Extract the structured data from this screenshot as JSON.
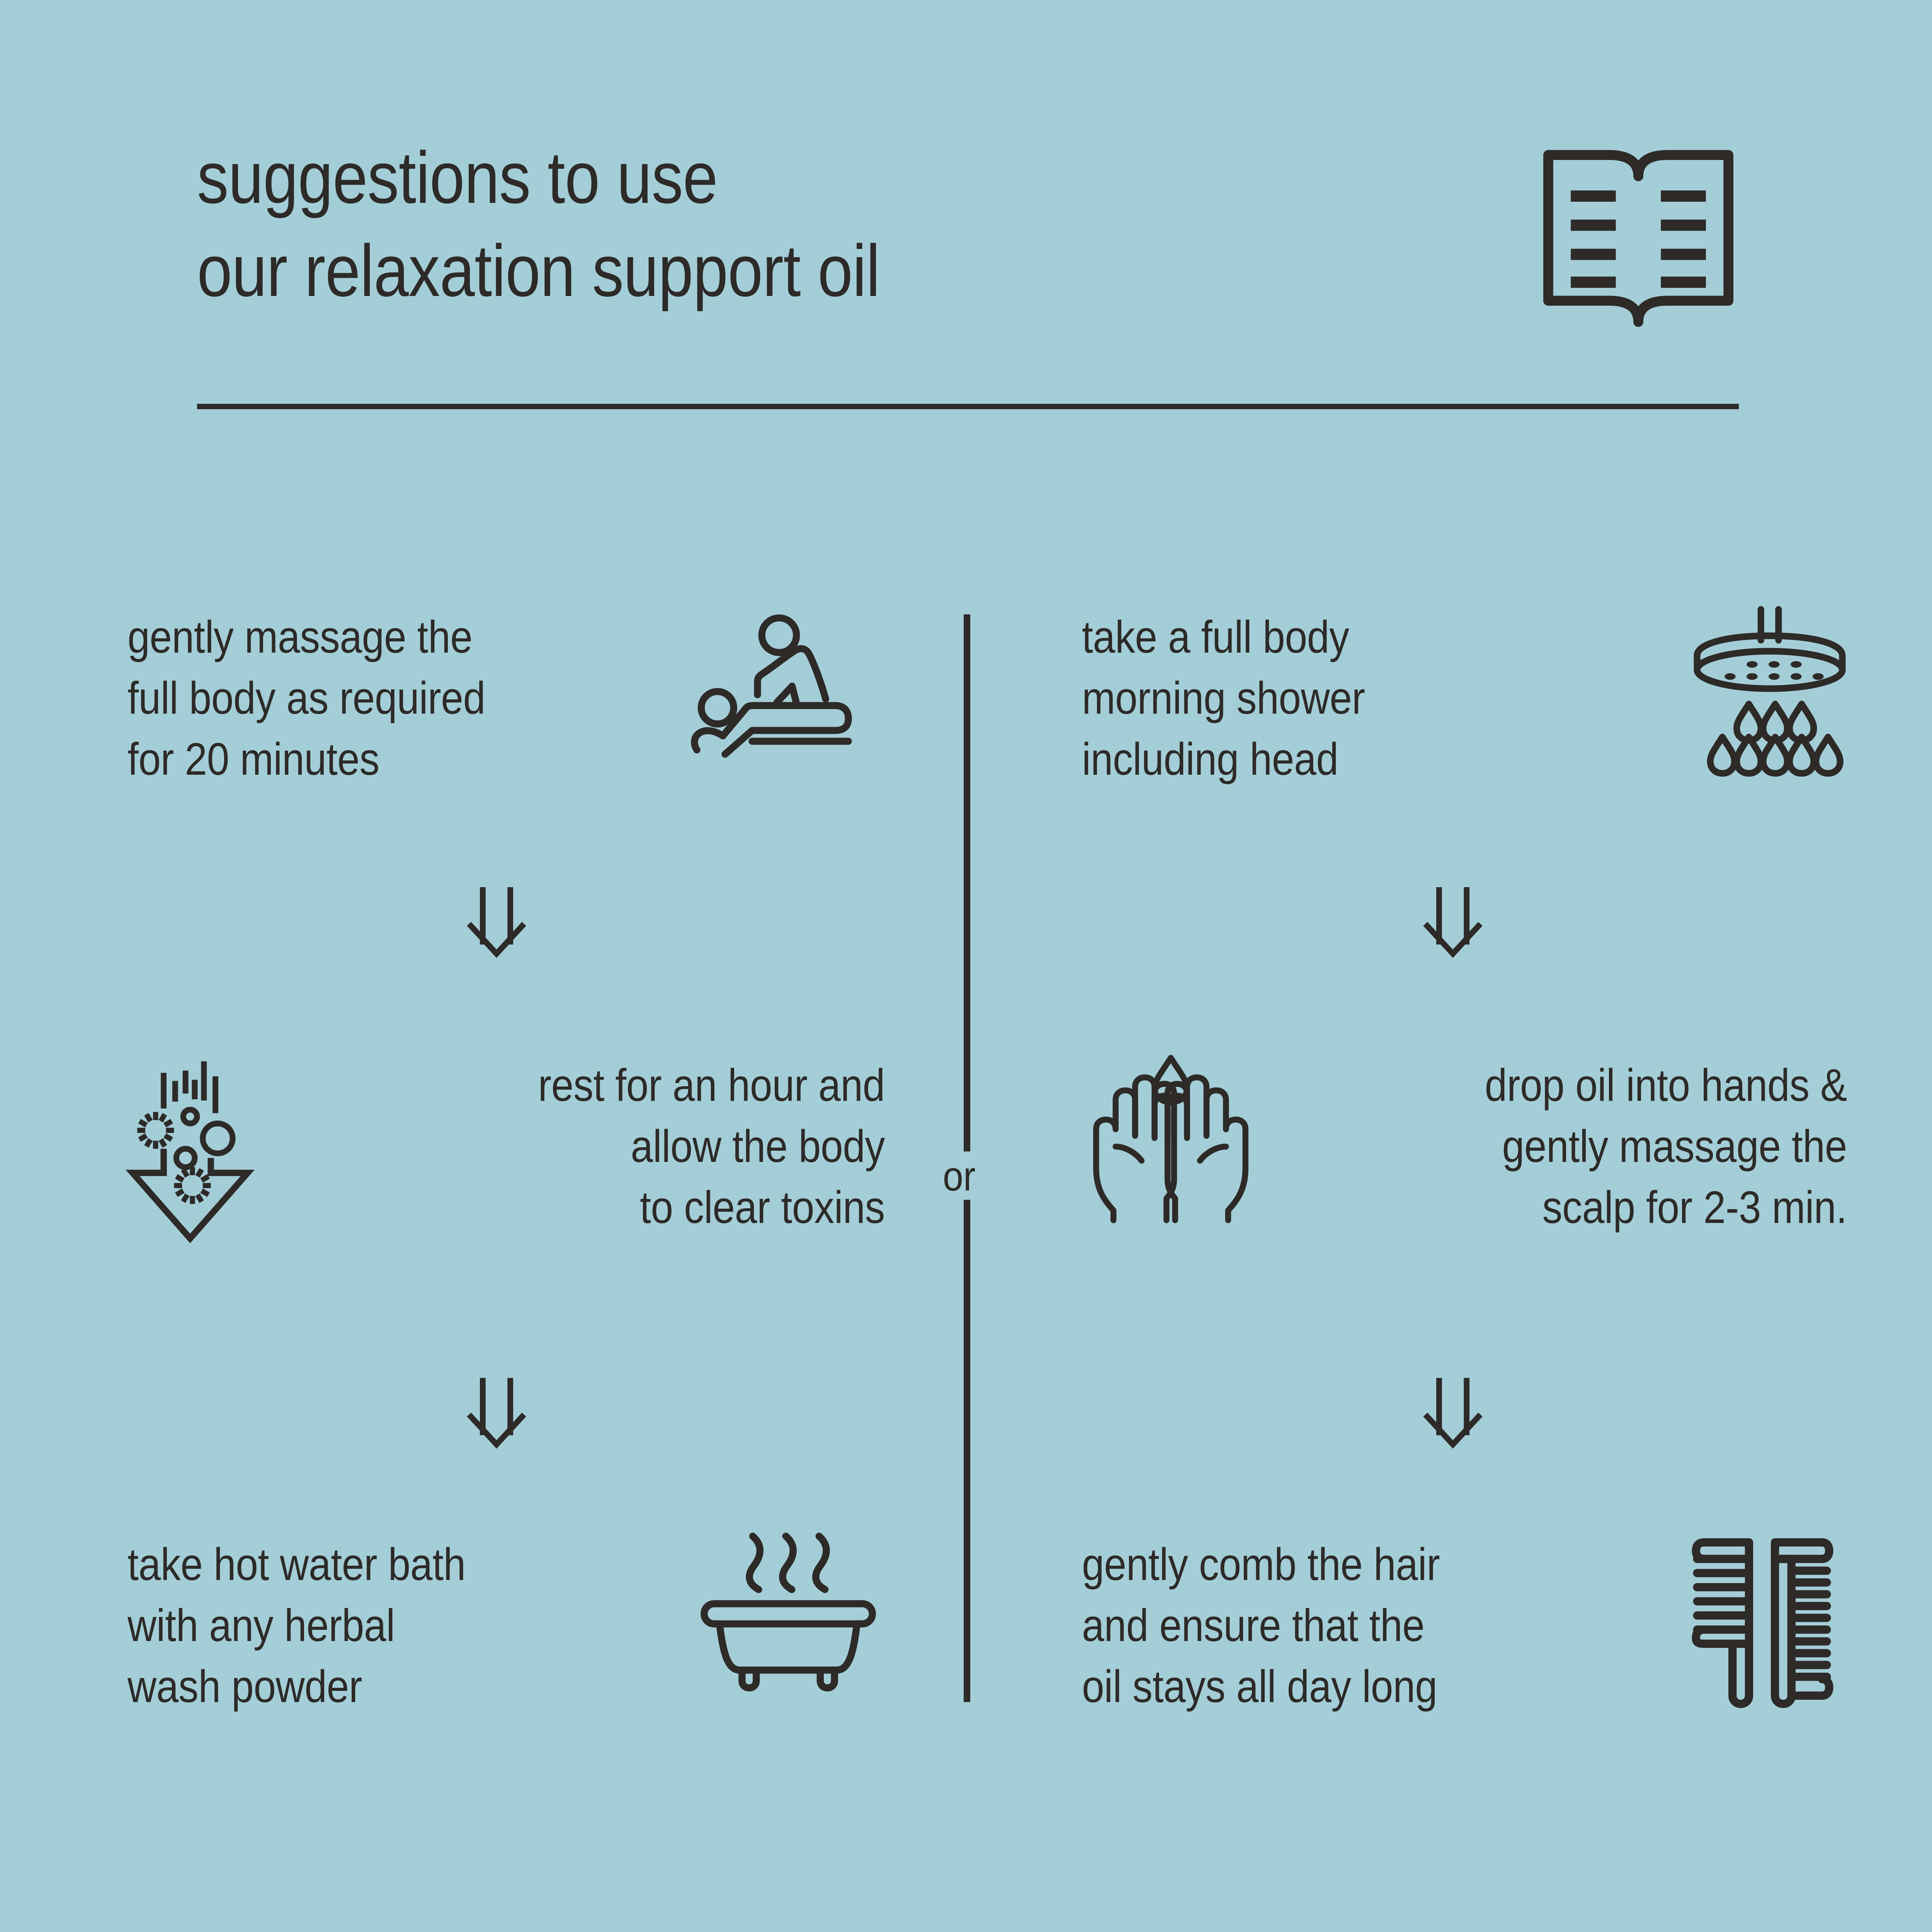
{
  "background_color": "#a4ced7",
  "ink_color": "#2d2a28",
  "header": {
    "title_line_1": "suggestions to use",
    "title_line_2": "our relaxation support oil",
    "icon": "open-book-icon"
  },
  "divider": {
    "or_label": "or"
  },
  "steps": {
    "left_column": [
      {
        "text": "gently massage the\nfull body as required\nfor 20 minutes",
        "icon": "massage-table-icon",
        "layout": "text-left"
      },
      {
        "text": "rest for an hour and\nallow the body\nto clear toxins",
        "icon": "detox-arrow-icon",
        "layout": "icon-left"
      },
      {
        "text": "take hot water bath\nwith any herbal\nwash powder",
        "icon": "bathtub-steam-icon",
        "layout": "text-left"
      }
    ],
    "right_column": [
      {
        "text": "take a full body\nmorning shower\nincluding head",
        "icon": "shower-head-icon",
        "layout": "text-left"
      },
      {
        "text": "drop oil into hands &\ngently massage the\nscalp for 2-3 min.",
        "icon": "cupped-hands-drop-icon",
        "layout": "icon-left"
      },
      {
        "text": "gently comb the hair\nand ensure that the\noil stays all day long",
        "icon": "hair-combs-icon",
        "layout": "text-left"
      }
    ]
  },
  "flow_arrows": {
    "glyph": "double-down-arrow",
    "count": 4
  }
}
